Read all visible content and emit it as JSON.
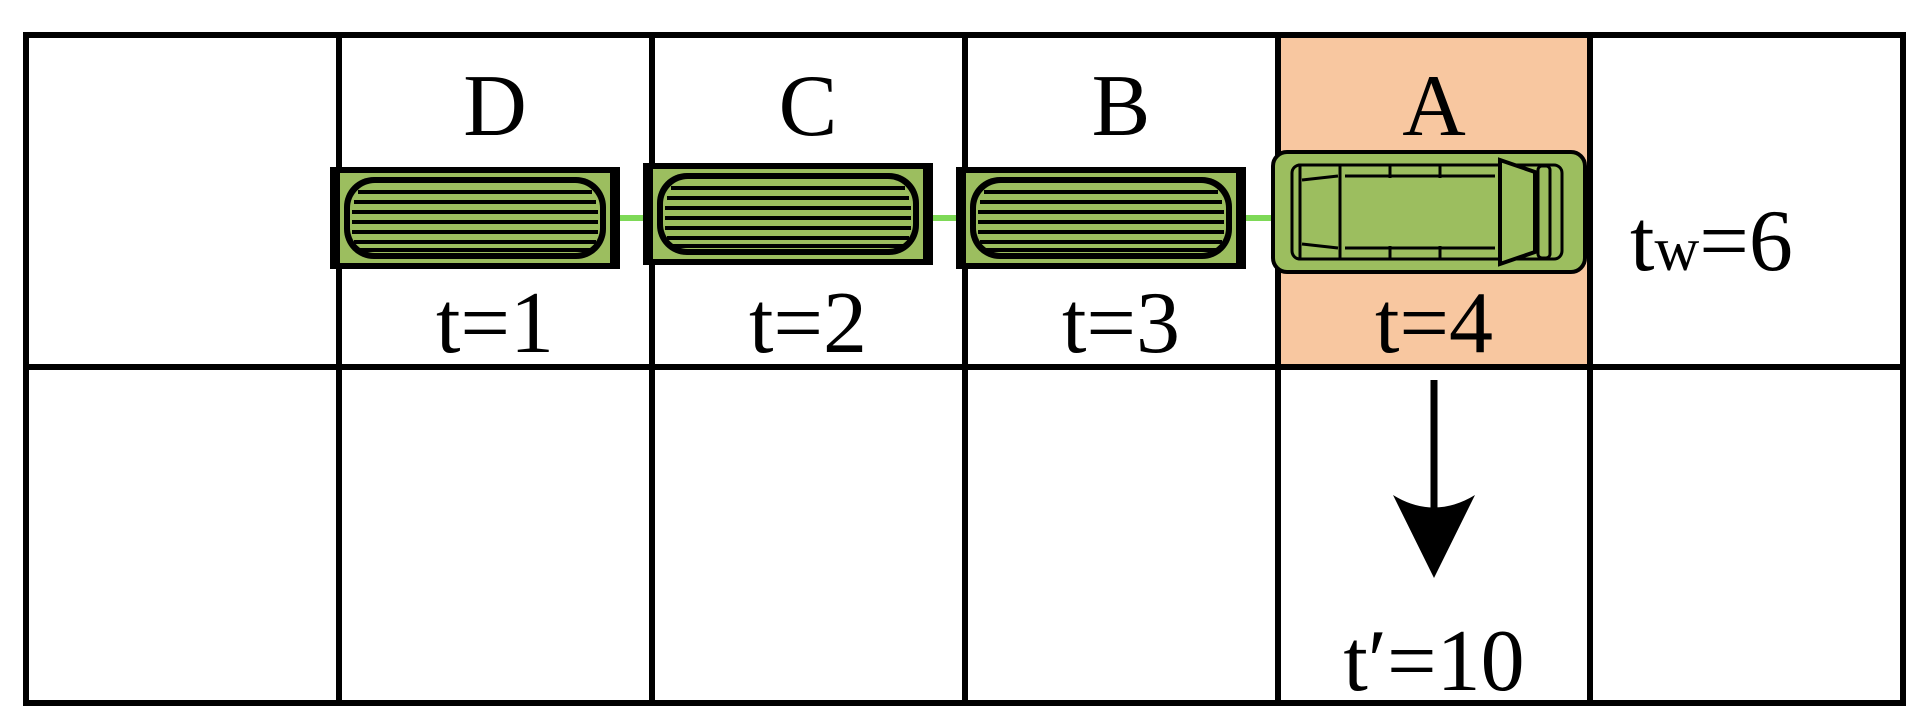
{
  "diagram": {
    "cells": {
      "d": "D",
      "c": "C",
      "b": "B",
      "a": "A"
    },
    "times": {
      "d": "t=1",
      "c": "t=2",
      "b": "t=3",
      "a": "t=4",
      "wait_t": "t",
      "wait_sub": "w",
      "wait_rest": "=6",
      "exit": "t′=10"
    },
    "colors": {
      "highlight": "#F8C7A0",
      "vehicle_fill": "#9CBE5F",
      "link": "#7ED957",
      "grid": "#000000"
    },
    "icons": {
      "lead_vehicle": "van-icon",
      "trailers": "trailer-icon",
      "direction": "arrow-down-icon"
    }
  }
}
